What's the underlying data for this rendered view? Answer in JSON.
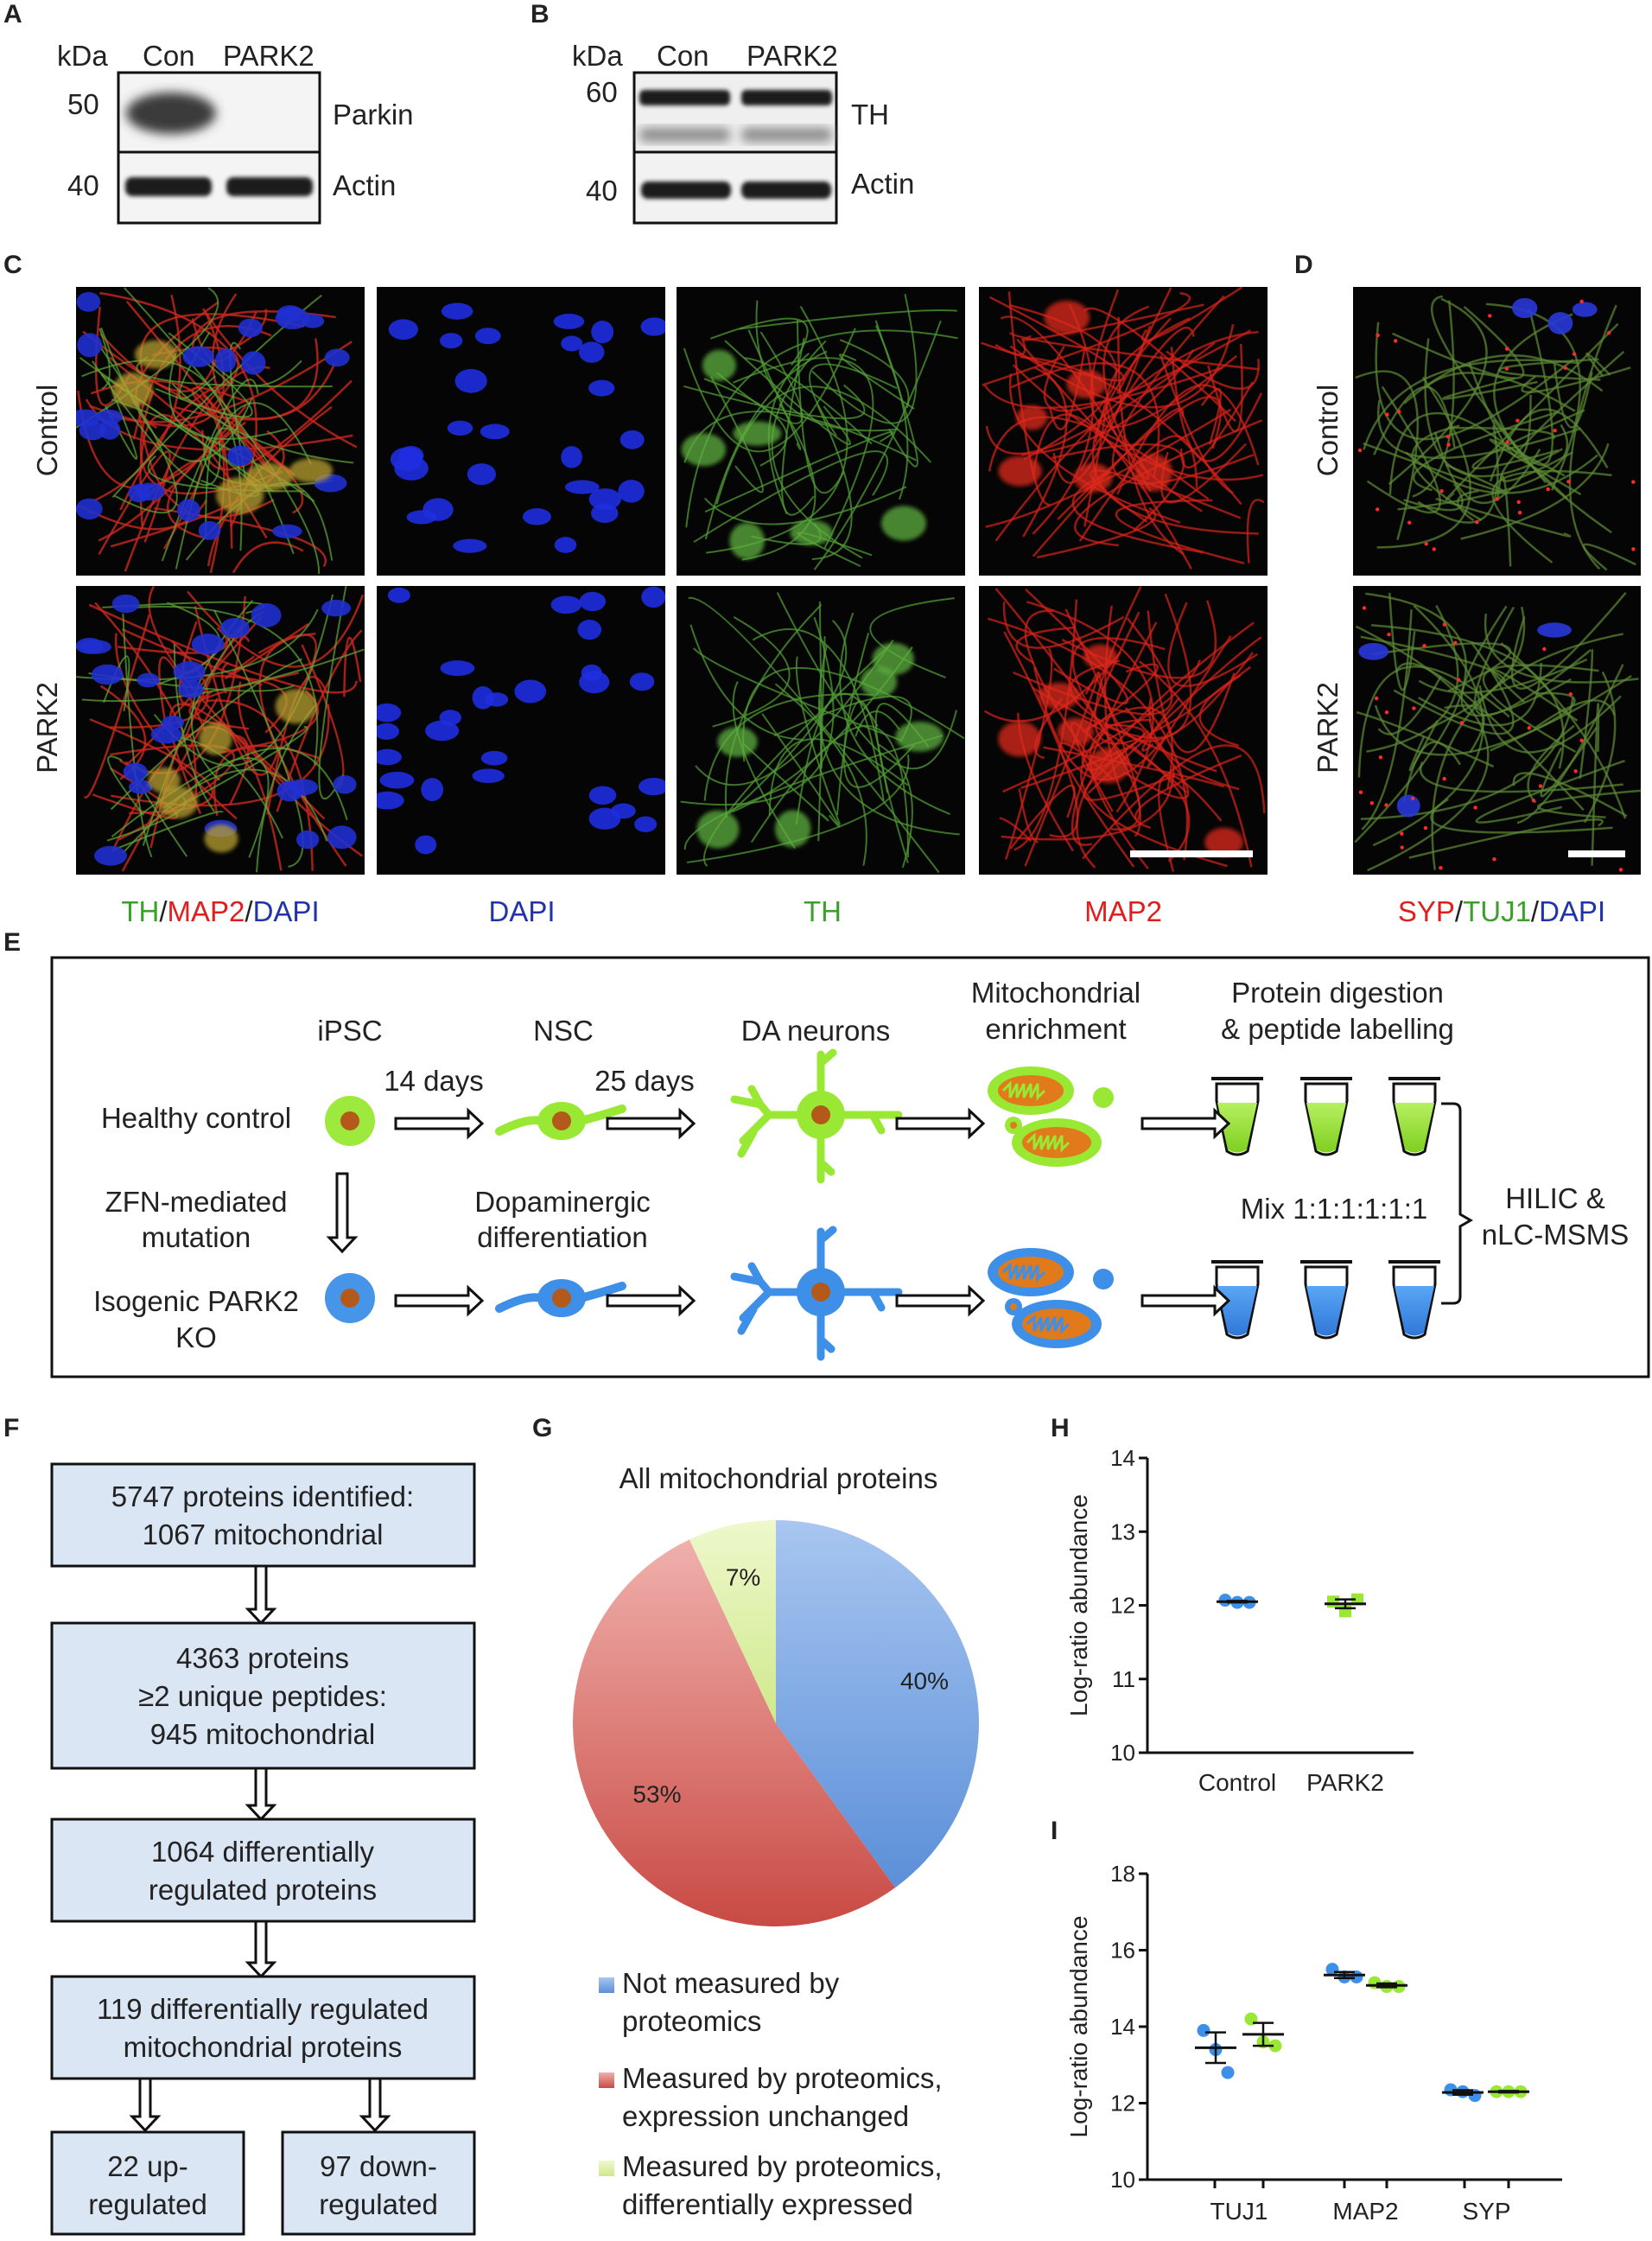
{
  "panels": {
    "A": "A",
    "B": "B",
    "C": "C",
    "D": "D",
    "E": "E",
    "F": "F",
    "G": "G",
    "H": "H",
    "I": "I"
  },
  "blot_A": {
    "kda": "kDa",
    "lanes": [
      "Con",
      "PARK2"
    ],
    "markers": [
      "50",
      "40"
    ],
    "bands": [
      "Parkin",
      "Actin"
    ]
  },
  "blot_B": {
    "kda": "kDa",
    "lanes": [
      "Con",
      "PARK2"
    ],
    "markers": [
      "60",
      "40"
    ],
    "bands": [
      "TH",
      "Actin"
    ]
  },
  "micro_C": {
    "rows": [
      "Control",
      "PARK2"
    ],
    "col_labels": [
      {
        "parts": [
          {
            "t": "TH",
            "c": "#3aa02a"
          },
          {
            "t": "/",
            "c": "#222222"
          },
          {
            "t": "MAP2",
            "c": "#e01e1e"
          },
          {
            "t": "/",
            "c": "#222222"
          },
          {
            "t": "DAPI",
            "c": "#2233aa"
          }
        ]
      },
      {
        "parts": [
          {
            "t": "DAPI",
            "c": "#2233aa"
          }
        ]
      },
      {
        "parts": [
          {
            "t": "TH",
            "c": "#3aa02a"
          }
        ]
      },
      {
        "parts": [
          {
            "t": "MAP2",
            "c": "#e01e1e"
          }
        ]
      }
    ]
  },
  "micro_D": {
    "rows": [
      "Control",
      "PARK2"
    ],
    "col_label": {
      "parts": [
        {
          "t": "SYP",
          "c": "#e01e1e"
        },
        {
          "t": "/",
          "c": "#222222"
        },
        {
          "t": "TUJ1",
          "c": "#3aa02a"
        },
        {
          "t": "/",
          "c": "#222222"
        },
        {
          "t": "DAPI",
          "c": "#2233aa"
        }
      ]
    }
  },
  "workflow_E": {
    "stage_ipsc": "iPSC",
    "stage_nsc": "NSC",
    "stage_da": "DA neurons",
    "stage_mito": [
      "Mitochondrial",
      "enrichment"
    ],
    "stage_digest": [
      "Protein digestion",
      "& peptide labelling"
    ],
    "row_healthy": "Healthy control",
    "row_zfn": [
      "ZFN-mediated",
      "mutation"
    ],
    "row_ko": [
      "Isogenic PARK2",
      "KO"
    ],
    "days_14": "14 days",
    "days_25": "25 days",
    "dopa": [
      "Dopaminergic",
      "differentiation"
    ],
    "mix": "Mix 1:1:1:1:1:1",
    "hilic": [
      "HILIC &",
      "nLC-MSMS"
    ],
    "colors": {
      "control": "#99e833",
      "ko": "#3d8fe8",
      "nucleus": "#b35a1a",
      "mito_inner": "#e07a1a"
    }
  },
  "flow_F": {
    "boxes": [
      [
        "5747 proteins identified:",
        "1067 mitochondrial"
      ],
      [
        "4363 proteins",
        "≥2 unique peptides:",
        "945 mitochondrial"
      ],
      [
        "1064 differentially",
        "regulated proteins"
      ],
      [
        "119 differentially regulated",
        "mitochondrial proteins"
      ]
    ],
    "up": [
      "22 up-",
      "regulated"
    ],
    "down": [
      "97 down-",
      "regulated"
    ],
    "box_color": "#dbe6f4"
  },
  "chart_data": [
    {
      "type": "pie",
      "panel": "G",
      "title": "All mitochondrial proteins",
      "slices": [
        {
          "label": "Not measured by proteomics",
          "value": 40,
          "display": "40%",
          "color": "#79a6e2"
        },
        {
          "label": "Measured by proteomics, expression unchanged",
          "value": 53,
          "display": "53%",
          "color": "#e07874"
        },
        {
          "label": "Measured by proteomics, differentially expressed",
          "value": 7,
          "display": "7%",
          "color": "#d6ee9c"
        }
      ],
      "legend": [
        [
          "Not measured by",
          "proteomics"
        ],
        [
          "Measured by proteomics,",
          "expression unchanged"
        ],
        [
          "Measured by proteomics,",
          "differentially expressed"
        ]
      ],
      "legend_placement": "bottom"
    },
    {
      "type": "scatter",
      "panel": "H",
      "ylabel": "Log-ratio abundance",
      "categories": [
        "Control",
        "PARK2"
      ],
      "ylim": [
        10,
        14
      ],
      "yticks": [
        "10",
        "11",
        "12",
        "13",
        "14"
      ],
      "series": [
        {
          "category": "Control",
          "color": "#3d8fe8",
          "marker": "circle",
          "points": [
            12.07,
            12.04,
            12.04
          ],
          "mean": 12.05,
          "sem": 0.01
        },
        {
          "category": "PARK2",
          "color": "#99e833",
          "marker": "square",
          "points": [
            12.05,
            11.92,
            12.08
          ],
          "mean": 12.02,
          "sem": 0.06
        }
      ]
    },
    {
      "type": "scatter",
      "panel": "I",
      "ylabel": "Log-ratio abundance",
      "categories": [
        "TUJ1",
        "MAP2",
        "SYP"
      ],
      "ylim": [
        10,
        18
      ],
      "yticks": [
        "10",
        "12",
        "14",
        "16",
        "18"
      ],
      "series": [
        {
          "category": "TUJ1",
          "group": "Control",
          "color": "#3d8fe8",
          "points": [
            13.9,
            13.4,
            12.8
          ],
          "mean": 13.45,
          "sem": 0.4
        },
        {
          "category": "TUJ1",
          "group": "PARK2",
          "color": "#99e833",
          "points": [
            14.2,
            13.6,
            13.5
          ],
          "mean": 13.8,
          "sem": 0.3
        },
        {
          "category": "MAP2",
          "group": "Control",
          "color": "#3d8fe8",
          "points": [
            15.5,
            15.3,
            15.3
          ],
          "mean": 15.35,
          "sem": 0.08
        },
        {
          "category": "MAP2",
          "group": "PARK2",
          "color": "#99e833",
          "points": [
            15.15,
            15.05,
            15.05
          ],
          "mean": 15.08,
          "sem": 0.05
        },
        {
          "category": "SYP",
          "group": "Control",
          "color": "#3d8fe8",
          "points": [
            12.35,
            12.3,
            12.2
          ],
          "mean": 12.28,
          "sem": 0.06
        },
        {
          "category": "SYP",
          "group": "PARK2",
          "color": "#99e833",
          "points": [
            12.3,
            12.3,
            12.3
          ],
          "mean": 12.3,
          "sem": 0.02
        }
      ]
    }
  ]
}
